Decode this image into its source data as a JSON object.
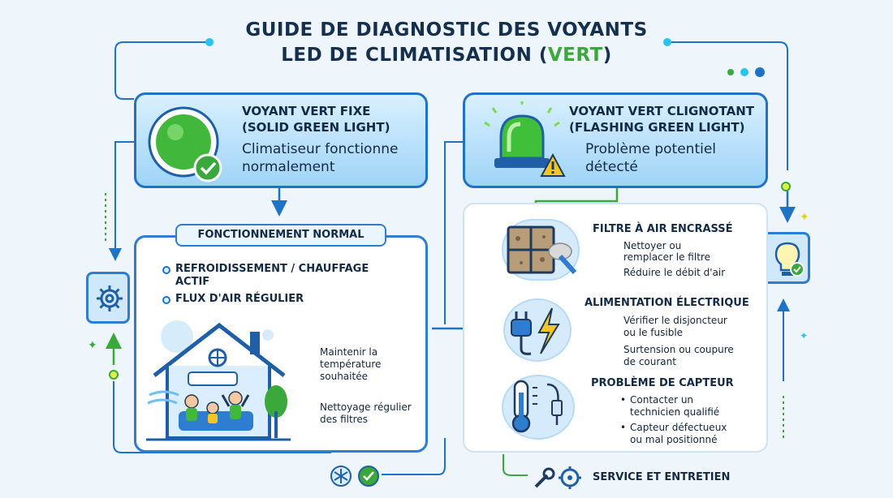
{
  "title_line1": "GUIDE DE DIAGNOSTIC DES VOYANTS",
  "title_line2_prefix": "LED DE CLIMATISATION (",
  "title_line2_highlight": "VERT",
  "title_line2_suffix": ")",
  "solid_card": {
    "heading1": "VOYANT VERT FIXE",
    "heading2": "(SOLID GREEN LIGHT)",
    "desc1": "Climatiseur fonctionne",
    "desc2": "normalement"
  },
  "flash_card": {
    "heading1": "VOYANT VERT CLIGNOTANT",
    "heading2": "(FLASHING GREEN LIGHT)",
    "desc1": "Problème potentiel",
    "desc2": "détecté"
  },
  "normal_panel": {
    "label": "FONCTIONNEMENT NORMAL",
    "bullet1_line1": "REFROIDISSEMENT / CHAUFFAGE",
    "bullet1_line2": "ACTIF",
    "bullet2": "FLUX D'AIR RÉGULIER",
    "out1_line1": "Maintenir la",
    "out1_line2": "température",
    "out1_line3": "souhaitée",
    "out2_line1": "Nettoyage régulier",
    "out2_line2": "des filtres"
  },
  "problems": {
    "filter": {
      "title": "FILTRE À AIR ENCRASSÉ",
      "a1": "Nettoyer ou",
      "a2": "remplacer le filtre",
      "b": "Réduire le débit d'air"
    },
    "power": {
      "title": "ALIMENTATION ÉLECTRIQUE",
      "a1": "Vérifier le disjoncteur",
      "a2": "ou le fusible",
      "b1": "Surtension ou coupure",
      "b2": "de courant"
    },
    "sensor": {
      "title": "PROBLÈME DE CAPTEUR",
      "a1": "Contacter un",
      "a2": "technicien qualifié",
      "b1": "Capteur défectueux",
      "b2": "ou mal positionné"
    }
  },
  "footer_label": "SERVICE ET ENTRETIEN",
  "colors": {
    "accent": "#1f73c7",
    "green": "#3aa83a",
    "card_fill": "#9fd4f7",
    "background": "#eef5fb"
  },
  "icons": [
    "gear-icon",
    "bulb-check-icon",
    "green-led-check-icon",
    "siren-warning-icon",
    "dirty-filter-icon",
    "plug-lightning-icon",
    "thermometer-sensor-icon",
    "snowflake-icon",
    "check-icon",
    "wrench-gear-icon",
    "house-family-icon"
  ]
}
